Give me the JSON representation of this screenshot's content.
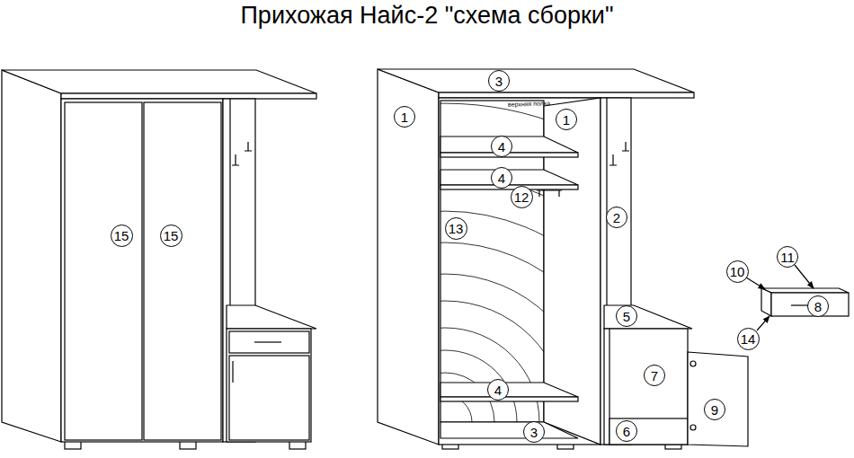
{
  "diagram": {
    "title": "Прихожая Найс-2 \"схема сборки\"",
    "nodes": [
      {
        "text": [
          "15"
        ]
      },
      {
        "text": [
          "15"
        ]
      },
      {
        "text": [
          "3"
        ]
      },
      {
        "text": [
          "1"
        ]
      },
      {
        "text": [
          "1"
        ]
      },
      {
        "text": [
          "4"
        ]
      },
      {
        "text": [
          "4"
        ]
      },
      {
        "text": [
          "12"
        ]
      },
      {
        "text": [
          "2"
        ]
      },
      {
        "text": [
          "13"
        ]
      },
      {
        "text": [
          "11"
        ]
      },
      {
        "text": [
          "10"
        ]
      },
      {
        "text": [
          "8"
        ]
      },
      {
        "text": [
          "5"
        ]
      },
      {
        "text": [
          "14"
        ]
      },
      {
        "text": [
          "7"
        ]
      },
      {
        "text": [
          "4"
        ]
      },
      {
        "text": [
          "9"
        ]
      },
      {
        "text": [
          "3"
        ]
      },
      {
        "text": [
          "6"
        ]
      }
    ],
    "labels": [
      "верхняя полка"
    ]
  }
}
